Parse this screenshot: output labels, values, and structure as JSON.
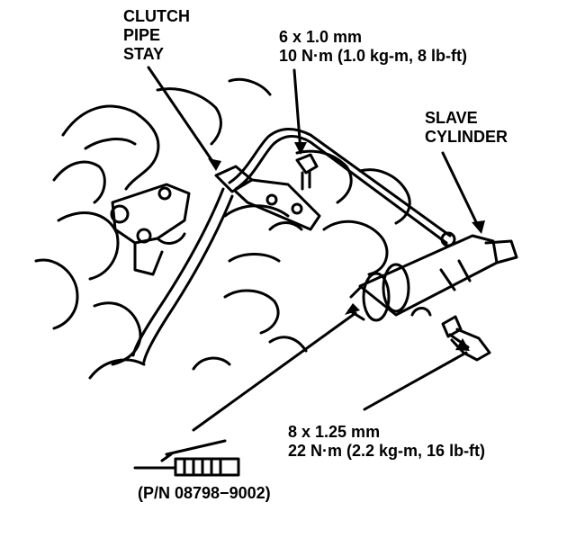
{
  "labels": {
    "clutch_pipe_stay": [
      "CLUTCH",
      "PIPE",
      "STAY"
    ],
    "upper_bolt_spec": [
      "6 x 1.0 mm",
      "10 N·m (1.0 kg-m, 8 lb-ft)"
    ],
    "slave_cylinder": [
      "SLAVE",
      "CYLINDER"
    ],
    "lower_bolt_spec": [
      "8 x 1.25 mm",
      "22 N·m (2.2 kg-m, 16 lb-ft)"
    ],
    "part_number": "(P/N 08798−9002)"
  },
  "colors": {
    "ink": "#000000",
    "paper": "#ffffff"
  }
}
